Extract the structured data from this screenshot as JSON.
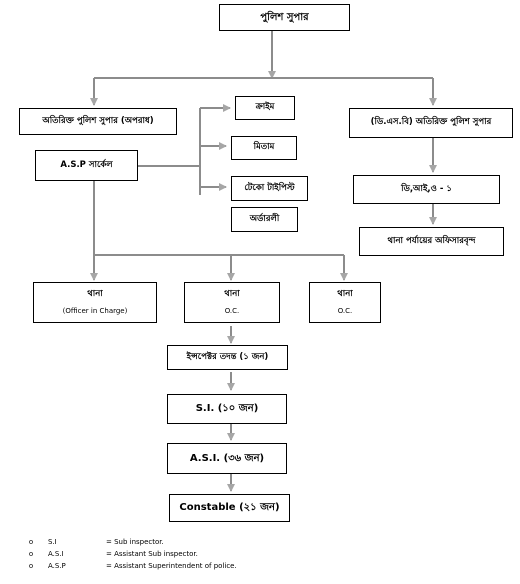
{
  "nodes": {
    "sp": "পুলিশ সুপার",
    "addl_sp_crime": "অতিরিক্ত পুলিশ সুপার (অপরাধ)",
    "asp_circle": "A.S.P সার্কেল",
    "crime": "ক্রাইম",
    "mitam": "মিতাম",
    "tech": "টেকো টাইপিস্ট",
    "office": "অর্ডারলী",
    "dsb": "(ডি.এস.বি) অতিরিক্ত পুলিশ সুপার",
    "di1": "ডি,আই,ও - ১",
    "thana_officers": "থানা পর্যায়ের অফিসারবৃন্দ",
    "thana1": {
      "title": "থানা",
      "sub": "(Officer in Charge)"
    },
    "thana2": {
      "title": "থানা",
      "sub": "O.C."
    },
    "thana3": {
      "title": "থানা",
      "sub": "O.C."
    },
    "inspector": "ইন্সপেক্টর তদন্ত (১ জন)",
    "si": "S.I. (১০ জন)",
    "asi": "A.S.I. (৩৬ জন)",
    "constable": "Constable (২১ জন)"
  },
  "legend": [
    {
      "bullet": "o",
      "abbr": "S.I",
      "meaning": "= Sub inspector."
    },
    {
      "bullet": "o",
      "abbr": "A.S.I",
      "meaning": "= Assistant Sub inspector."
    },
    {
      "bullet": "o",
      "abbr": "A.S.P",
      "meaning": "= Assistant Superintendent of police."
    }
  ]
}
